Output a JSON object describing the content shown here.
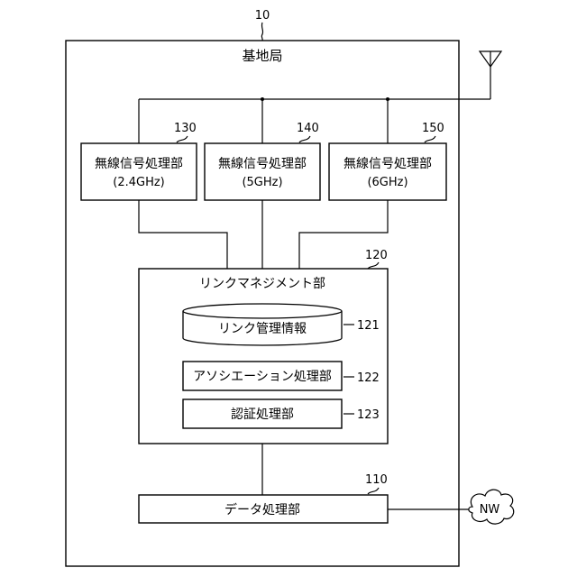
{
  "figure": {
    "device_ref": "10",
    "device_label": "基地局",
    "radios": [
      {
        "ref": "130",
        "line1": "無線信号処理部",
        "line2": "(2.4GHz)"
      },
      {
        "ref": "140",
        "line1": "無線信号処理部",
        "line2": "(5GHz)"
      },
      {
        "ref": "150",
        "line1": "無線信号処理部",
        "line2": "(6GHz)"
      }
    ],
    "link_mgmt": {
      "ref": "120",
      "label": "リンクマネジメント部",
      "db": {
        "ref": "121",
        "label": "リンク管理情報"
      },
      "assoc": {
        "ref": "122",
        "label": "アソシエーション処理部"
      },
      "auth": {
        "ref": "123",
        "label": "認証処理部"
      }
    },
    "data_proc": {
      "ref": "110",
      "label": "データ処理部"
    },
    "network": {
      "label": "NW"
    }
  }
}
